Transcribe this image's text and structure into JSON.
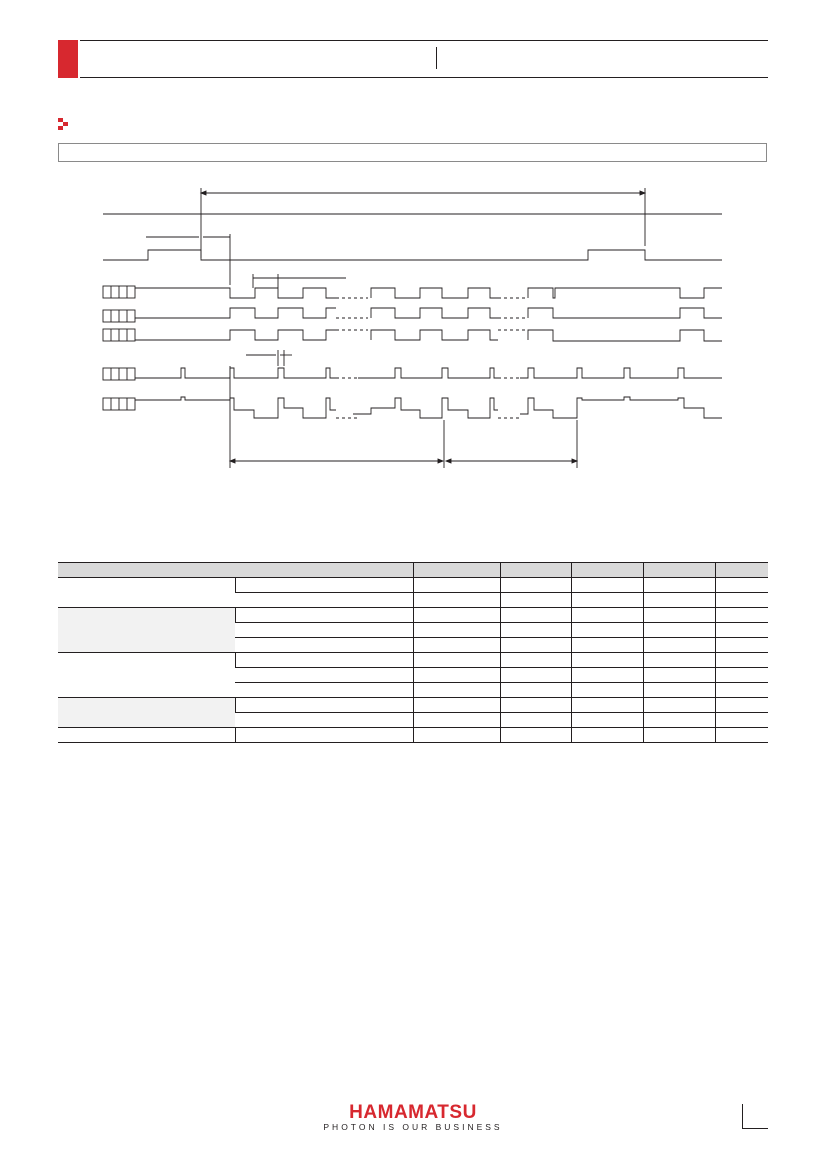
{
  "header": {
    "tab_color": "#d7282f"
  },
  "brand": {
    "name": "HAMAMATSU",
    "tagline": "PHOTON IS OUR BUSINESS",
    "color": "#d7282f"
  },
  "section": {
    "icon": "section-marker-icon"
  },
  "table": {
    "columns": 6,
    "groups": [
      {
        "rows": 2
      },
      {
        "rows": 3
      },
      {
        "rows": 3
      },
      {
        "rows": 2
      },
      {
        "rows": 1
      }
    ]
  }
}
